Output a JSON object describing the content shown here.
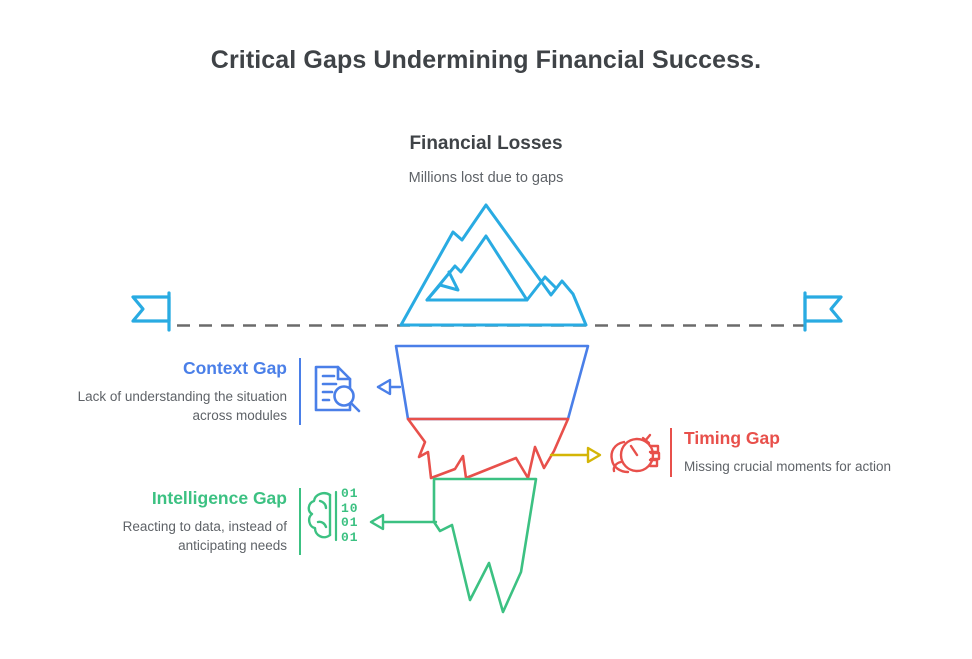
{
  "page": {
    "title": "Critical Gaps Undermining Financial Success.",
    "background": "#ffffff"
  },
  "peak": {
    "heading": "Financial Losses",
    "subheading": "Millions lost due to gaps"
  },
  "colors": {
    "iceberg_top": "#29abe2",
    "context_blue": "#4a7fe8",
    "timing_red": "#e8504b",
    "intelligence_green": "#3cc182",
    "connector_yellow": "#d4b506",
    "waterline_gray": "#6b6b6b",
    "title_gray": "#3f4347",
    "body_gray": "#5f6368"
  },
  "waterline": {
    "style": "dashed",
    "left_flag_icon": "flag-icon",
    "right_flag_icon": "flag-icon"
  },
  "gaps": [
    {
      "id": "context",
      "heading": "Context Gap",
      "description": "Lack of understanding the situation across modules",
      "description_lines": [
        "Lack of understanding the situation",
        "across modules"
      ],
      "color": "#4a7fe8",
      "icon": "document-search-icon",
      "side": "left",
      "connector": "arrow-left"
    },
    {
      "id": "timing",
      "heading": "Timing Gap",
      "description": "Missing crucial moments for action",
      "description_lines": [
        "Missing crucial moments for action"
      ],
      "color": "#e8504b",
      "icon": "hand-stopwatch-icon",
      "side": "right",
      "connector": "arrow-right"
    },
    {
      "id": "intelligence",
      "heading": "Intelligence Gap",
      "description": "Reacting to data, instead of anticipating needs",
      "description_lines": [
        "Reacting to data, instead of",
        "anticipating needs"
      ],
      "color": "#3cc182",
      "icon": "brain-binary-icon",
      "side": "left",
      "connector": "arrow-left"
    }
  ],
  "icons": {
    "brain_binary_digits": [
      "01",
      "10",
      "01",
      "01"
    ]
  }
}
